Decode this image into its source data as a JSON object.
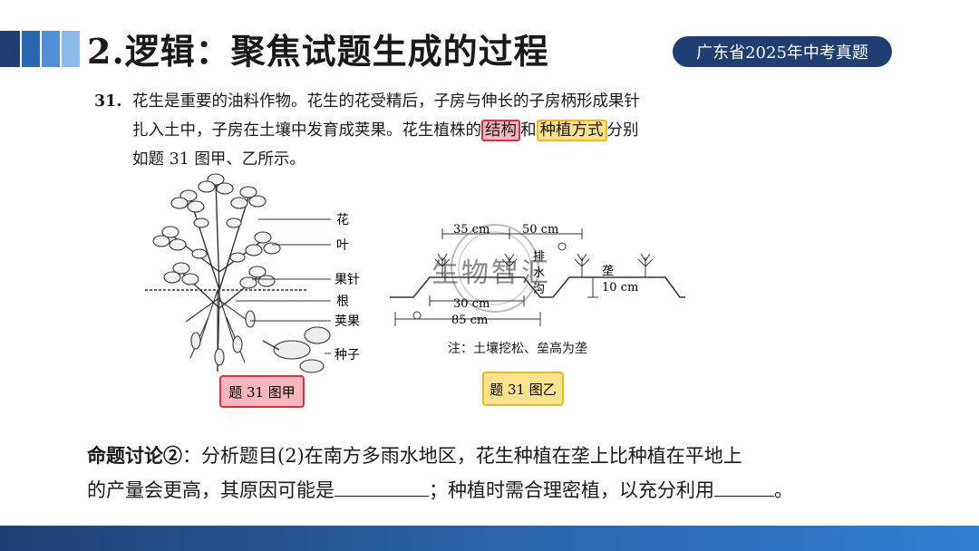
{
  "header": {
    "title": "2.逻辑：聚焦试题生成的过程",
    "badge": "广东省2025年中考真题"
  },
  "question": {
    "number": "31.",
    "line1": "花生是重要的油料作物。花生的花受精后，子房与伸长的子房柄形成果针",
    "line2_a": "扎入土中，子房在土壤中发育成荚果。花生植株的",
    "highlight_red": "结构",
    "line2_and": "和",
    "highlight_yellow": "种植方式",
    "line2_end": "分别",
    "line3": "如题 31 图甲、乙所示。"
  },
  "figure_a": {
    "labels": [
      "花",
      "叶",
      "果针",
      "根",
      "荚果",
      "种子"
    ],
    "caption": "题 31 图甲"
  },
  "figure_b": {
    "dims": {
      "d35": "35 cm",
      "d50": "50 cm",
      "d10": "10 cm",
      "d30": "30 cm",
      "d85": "85 cm"
    },
    "labels": {
      "furrow_1": "排",
      "furrow_2": "水",
      "furrow_3": "沟",
      "ridge": "垄"
    },
    "note": "注：土壤挖松、垒高为垄",
    "caption": "题 31 图乙"
  },
  "watermark": "生物智汇",
  "discussion": {
    "lead": "命题讨论②",
    "colon": "：",
    "text1": "分析题目(2)在南方多雨水地区，花生种植在垄上比种植在平地上",
    "text2": "的产量会更高，其原因可能是",
    "text3": "；种植时需合理密植，以充分利用",
    "text4": "。"
  },
  "colors": {
    "brand_navy": "#1f3f72",
    "accent_blue": "#2b66b0",
    "highlight_red": "#e0303f",
    "highlight_yellow": "#f2b81a"
  }
}
